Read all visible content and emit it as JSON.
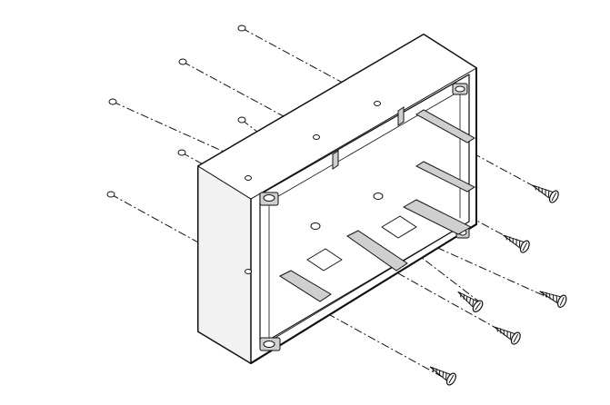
{
  "diagram": {
    "subject": "surface-mount-back-box-exploded",
    "colors": {
      "ink": "#111111",
      "background": "#ffffff",
      "shade": "#cfcfcf",
      "panel": "#f2f2f2"
    },
    "screw_count": 6,
    "mounting_hole_count": 6
  }
}
